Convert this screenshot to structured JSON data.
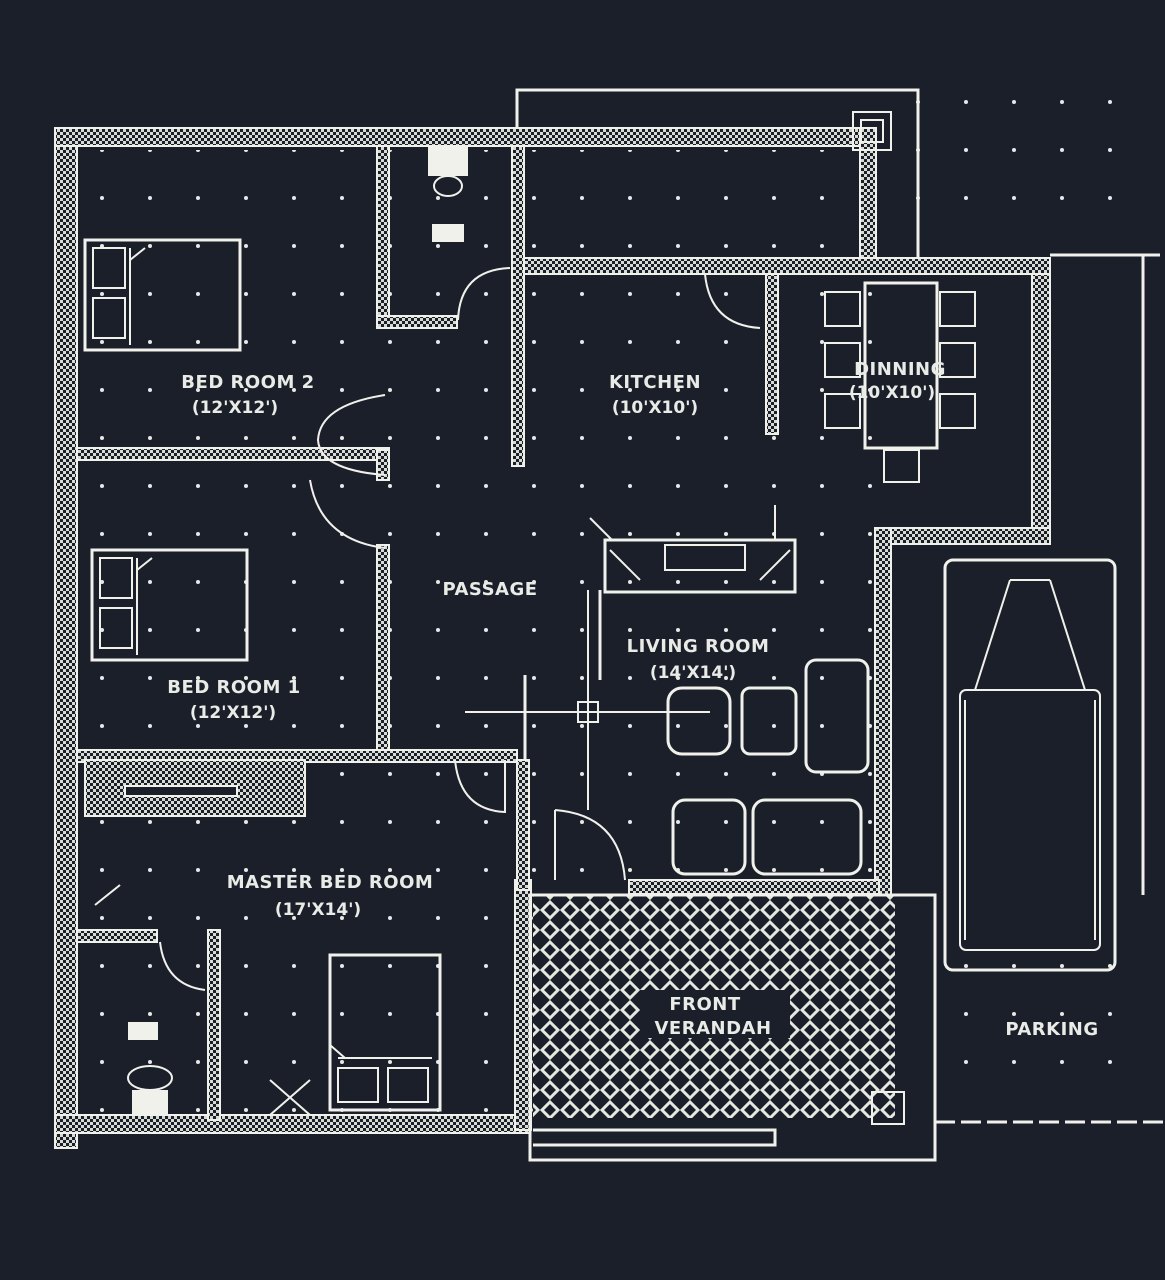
{
  "plan": {
    "rooms": {
      "bedroom2": {
        "name": "BED ROOM 2",
        "size": "(12'X12')"
      },
      "kitchen": {
        "name": "KITCHEN",
        "size": "(10'X10')"
      },
      "dining": {
        "name": "DINNING",
        "size": "(10'X10')"
      },
      "passage": {
        "name": "PASSAGE"
      },
      "living": {
        "name": "LIVING ROOM",
        "size": "(14'X14')"
      },
      "bedroom1": {
        "name": "BED ROOM 1",
        "size": "(12'X12')"
      },
      "master": {
        "name": "MASTER BED ROOM",
        "size": "(17'X14')"
      },
      "verandah": {
        "line1": "FRONT",
        "line2": "VERANDAH"
      },
      "parking": {
        "name": "PARKING"
      }
    },
    "colors": {
      "background": "#1b1f2a",
      "lines": "#f1f1ec"
    }
  }
}
